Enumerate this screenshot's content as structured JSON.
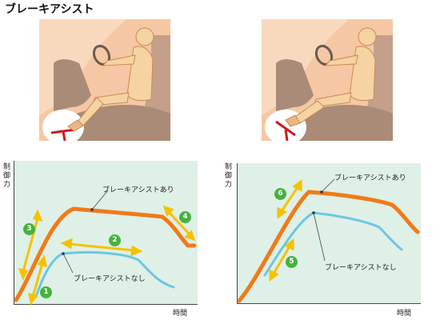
{
  "title": "ブレーキアシスト",
  "charts": [
    {
      "ylabel": "制御力",
      "xlabel": "時間",
      "with_label": "ブレーキアシストあり",
      "without_label": "ブレーキアシストなし",
      "badges": [
        "1",
        "2",
        "3",
        "4"
      ]
    },
    {
      "ylabel": "制御力",
      "xlabel": "時間",
      "with_label": "ブレーキアシストあり",
      "without_label": "ブレーキアシストなし",
      "badges": [
        "5",
        "6"
      ]
    }
  ],
  "colors": {
    "with_assist": "#f07a1a",
    "without_assist": "#6cc6e4",
    "arrow": "#f5c200",
    "badge": "#46b23f",
    "chart_bg": "#dff0e6"
  }
}
